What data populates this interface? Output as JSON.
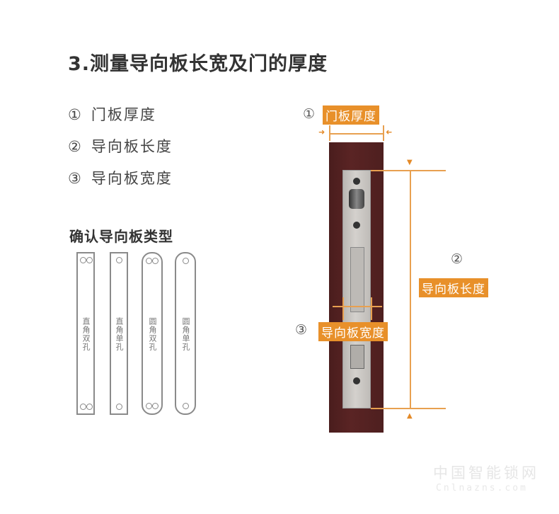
{
  "title": "3.测量导向板长宽及门的厚度",
  "legend": [
    {
      "num": "①",
      "label": "门板厚度"
    },
    {
      "num": "②",
      "label": "导向板长度"
    },
    {
      "num": "③",
      "label": "导向板宽度"
    }
  ],
  "types_section": {
    "title": "确认导向板类型",
    "plates": [
      {
        "label": "直角双孔",
        "shape": "square",
        "holes": 2
      },
      {
        "label": "直角单孔",
        "shape": "square",
        "holes": 1
      },
      {
        "label": "圆角双孔",
        "shape": "round",
        "holes": 2
      },
      {
        "label": "圆角单孔",
        "shape": "round",
        "holes": 1
      }
    ]
  },
  "diagram": {
    "door_thickness": {
      "num": "①",
      "label": "门板厚度"
    },
    "plate_length": {
      "num": "②",
      "label": "导向板长度"
    },
    "plate_width": {
      "num": "③",
      "label": "导向板宽度"
    },
    "colors": {
      "accent": "#e8902a",
      "door": "#4e1f1f",
      "faceplate": "#c8c5c1"
    }
  },
  "watermark": {
    "line1": "中国智能锁网",
    "line2": "Cnlnazns.com"
  }
}
